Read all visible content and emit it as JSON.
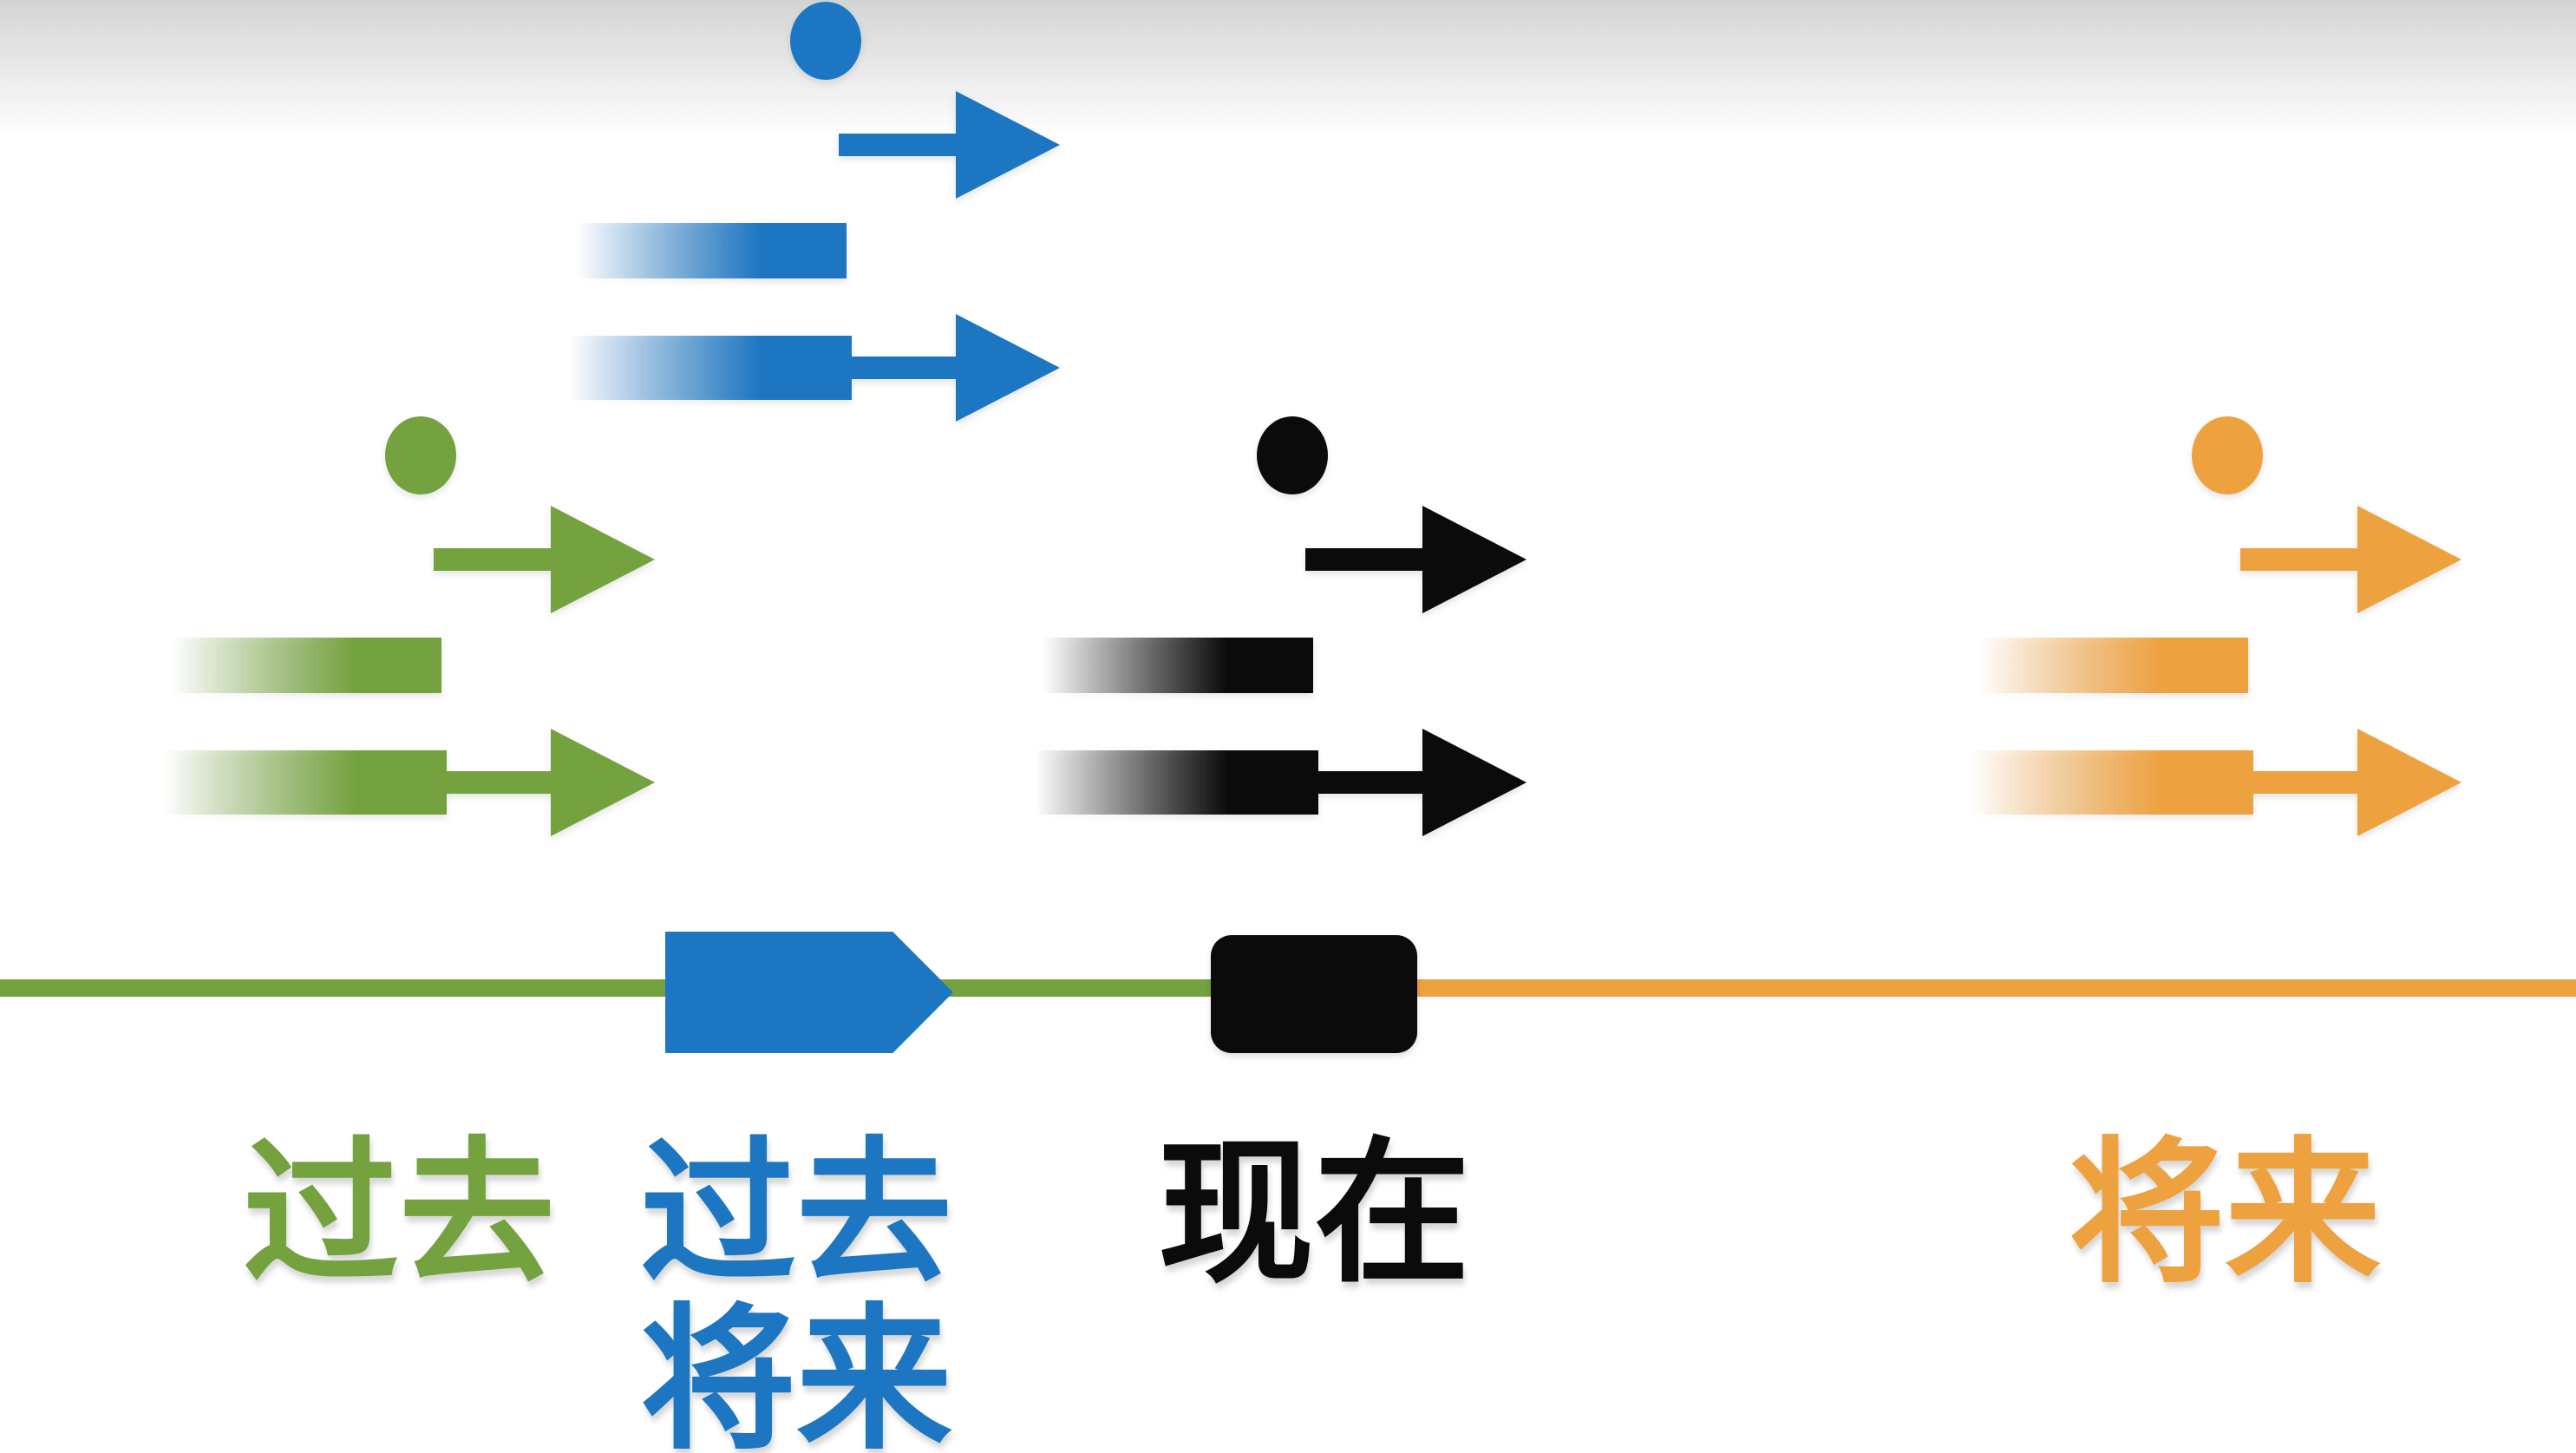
{
  "palette": {
    "past": "#74A23F",
    "past_future": "#1D76C1",
    "present": "#0B0B0B",
    "future": "#EEA13F",
    "background": "#FFFFFF",
    "top_fade": "#D4D4D4"
  },
  "groups": [
    {
      "id": "past",
      "label": "过去"
    },
    {
      "id": "past_future",
      "label": "过去",
      "label_line2": "将来"
    },
    {
      "id": "present",
      "label": "现在"
    },
    {
      "id": "future",
      "label": "将来"
    }
  ],
  "group_icons": [
    "event-dot",
    "short-arrow",
    "motion-trail-bar",
    "motion-trail-arrow"
  ],
  "timeline": {
    "past_segment_color": "past",
    "future_segment_color": "future",
    "past_future_marker_shape": "pentagon-arrow-block",
    "present_marker_shape": "rounded-square-block"
  }
}
